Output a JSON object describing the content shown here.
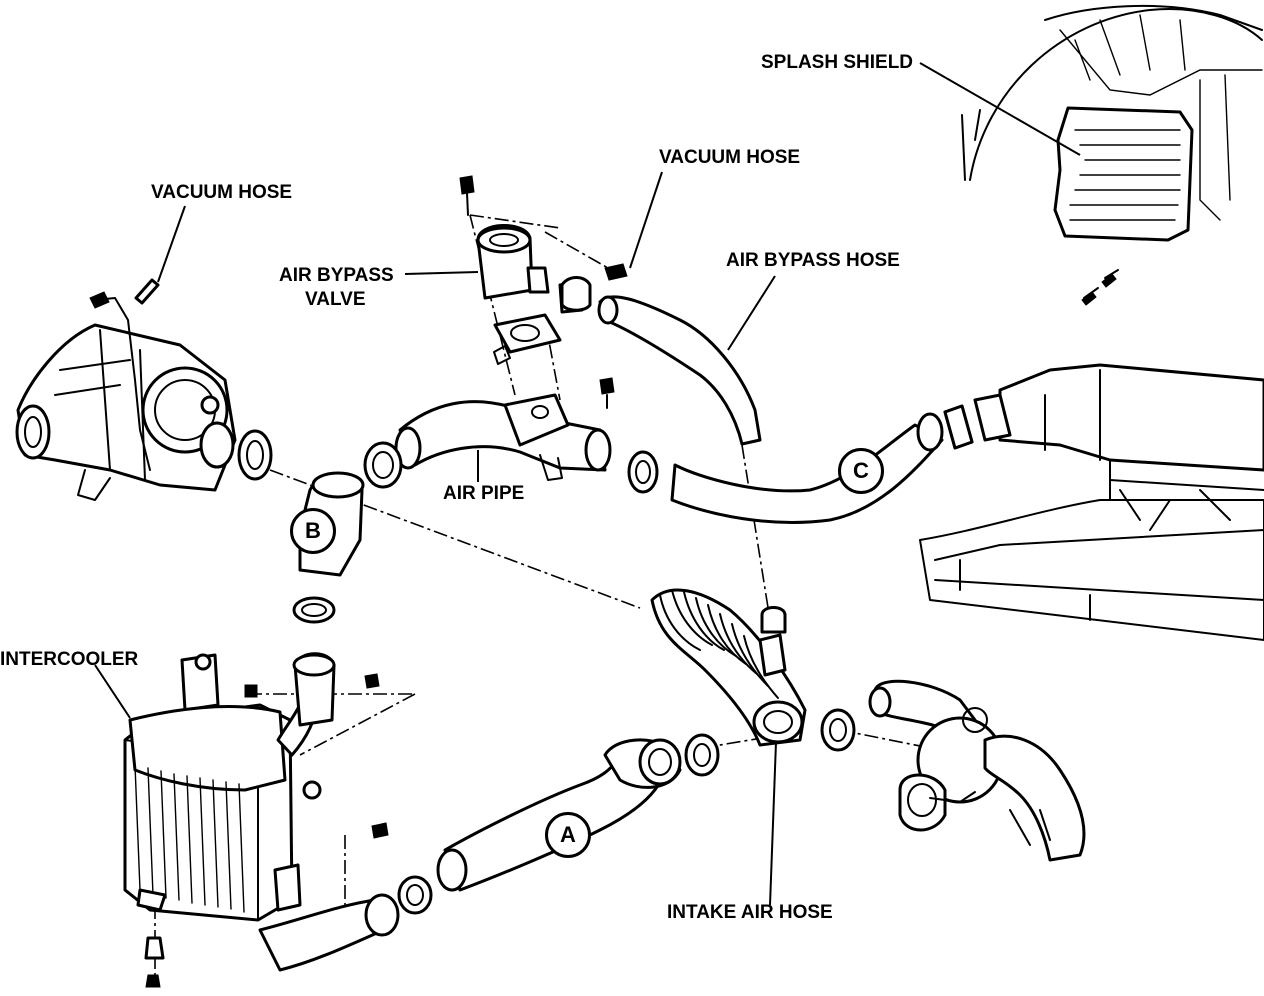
{
  "labels": {
    "splash_shield": "SPLASH SHIELD",
    "vacuum_hose_top": "VACUUM HOSE",
    "vacuum_hose_left": "VACUUM HOSE",
    "air_bypass_valve_1": "AIR BYPASS",
    "air_bypass_valve_2": "VALVE",
    "air_bypass_hose": "AIR BYPASS HOSE",
    "air_pipe": "AIR PIPE",
    "intercooler": "INTERCOOLER",
    "intake_air_hose": "INTAKE AIR HOSE"
  },
  "callouts": {
    "a": "A",
    "b": "B",
    "c": "C"
  }
}
